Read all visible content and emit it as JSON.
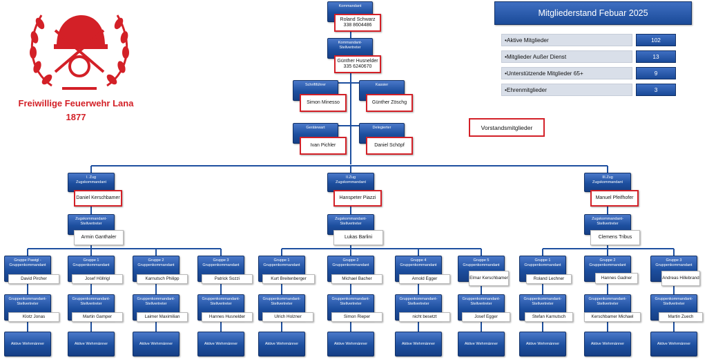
{
  "organization": {
    "name": "Freiwillige Feuerwehr Lana",
    "year": "1877"
  },
  "statistics": {
    "title": "Mitgliederstand  Febuar 2025",
    "rows": [
      {
        "label": "Aktive Mitglieder",
        "value": "102"
      },
      {
        "label": "Mitglieder Außer Dienst",
        "value": "13"
      },
      {
        "label": "Unterstützende Mitglieder 65+",
        "value": "9"
      },
      {
        "label": "Ehrenmitglieder",
        "value": "3"
      }
    ]
  },
  "legend": {
    "board_members": "Vorstandsmitglieder"
  },
  "board": {
    "kommandant": {
      "role": "Kommandant",
      "name": "Roland Schwarz",
      "phone": "338 8604486"
    },
    "stellvertreter": {
      "role": "Kommandant-Stellvertreter",
      "name": "Günther Husnelder",
      "phone": "335 6240670"
    },
    "schriftfuehrer": {
      "role": "Schriftführer",
      "name": "Simon Minesso"
    },
    "kassier": {
      "role": "Kassier",
      "name": "Günther Zöschg"
    },
    "geraetewart": {
      "role": "Gerätewart",
      "name": "Ivan Pichler"
    },
    "delegierter": {
      "role": "Delegierter",
      "name": "Daniel Schöpf"
    }
  },
  "platoons": [
    {
      "zug": "I. Zug",
      "role": "Zugskommandant",
      "leader": "Daniel Kerschbamer",
      "deputy_role": "Zugskommandant-Stellvertreter",
      "deputy": "Armin Ganthaler",
      "groups": [
        {
          "name": "Gruppe Pawigl - Gruppenkommandant",
          "leader": "David Pircher",
          "deputy_role": "Gruppenkommandant-Stellvertreter",
          "deputy": "Klotz Jonas",
          "members": "Aktive Wehrmänner"
        },
        {
          "name": "Gruppe 1 Gruppenkommandant",
          "leader": "Josef Höllrigl",
          "deputy_role": "Gruppenkommandant-Stellvertreter",
          "deputy": "Martin Gamper",
          "members": "Aktive Wehrmänner"
        },
        {
          "name": "Gruppe 2 Gruppenkommandant",
          "leader": "Karnutsch Philipp",
          "deputy_role": "Gruppenkommandant-Stellvertreter",
          "deputy": "Laimer Maximilian",
          "members": "Aktive Wehrmänner"
        },
        {
          "name": "Gruppe 3 Gruppenkommandant",
          "leader": "Patrick Sozzi",
          "deputy_role": "Gruppenkommandant-Stellvertreter",
          "deputy": "Hannes Husnelder",
          "members": "Aktive Wehrmänner"
        }
      ]
    },
    {
      "zug": "II.Zug",
      "role": "Zugskommandant",
      "leader": "Hanspeter Piazzi",
      "deputy_role": "Zugskommandant-Stellvertreter",
      "deputy": "Lukas Barlini",
      "groups": [
        {
          "name": "Gruppe 1 Gruppenkommandant",
          "leader": "Kurt Breitenberger",
          "deputy_role": "Gruppenkommandant-Stellvertreter",
          "deputy": "Ulrich Holzner",
          "members": "Aktive Wehrmänner"
        },
        {
          "name": "Gruppe 2 Gruppenkommandant",
          "leader": "Michael Bacher",
          "deputy_role": "Gruppenkommandant-Stellvertreter",
          "deputy": "Simon  Rieper",
          "members": "Aktive Wehrmänner"
        },
        {
          "name": "Gruppe 4 Gruppenkommandant",
          "leader": "Arnold Egger",
          "deputy_role": "Gruppenkommandant-Stellvertreter",
          "deputy": "nicht besetzt",
          "members": "Aktive Wehrmänner"
        },
        {
          "name": "Gruppe 5 Gruppenkommandant",
          "leader": "Elmar Kerschbamer",
          "deputy_role": "Gruppenkommandant-Stellvertreter",
          "deputy": "Josef Egger",
          "members": "Aktive Wehrmänner"
        }
      ]
    },
    {
      "zug": "III.Zug",
      "role": "Zugskommandant",
      "leader": "Manuel Pfeifhofer",
      "deputy_role": "Zugskommandant-Stellvertreter",
      "deputy": "Clemens Tribus",
      "groups": [
        {
          "name": "Gruppe 1 Gruppenkommandant",
          "leader": "Roland Lechner",
          "deputy_role": "Gruppenkommandant-Stellvertreter",
          "deputy": "Stefan Karnutsch",
          "members": "Aktive Wehrmänner"
        },
        {
          "name": "Gruppe 2 Gruppenkommandant",
          "leader": "Hannes Gadner",
          "deputy_role": "Gruppenkommandant-Stellvertreter",
          "deputy": "Kerschbamer Michael",
          "members": "Aktive Wehrmänner"
        },
        {
          "name": "Gruppe 3 Gruppenkommandant",
          "leader": "Andreas Hillebrand",
          "deputy_role": "Gruppenkommandant-Stellvertreter",
          "deputy": "Martin Zuech",
          "members": "Aktive Wehrmänner"
        }
      ]
    }
  ]
}
